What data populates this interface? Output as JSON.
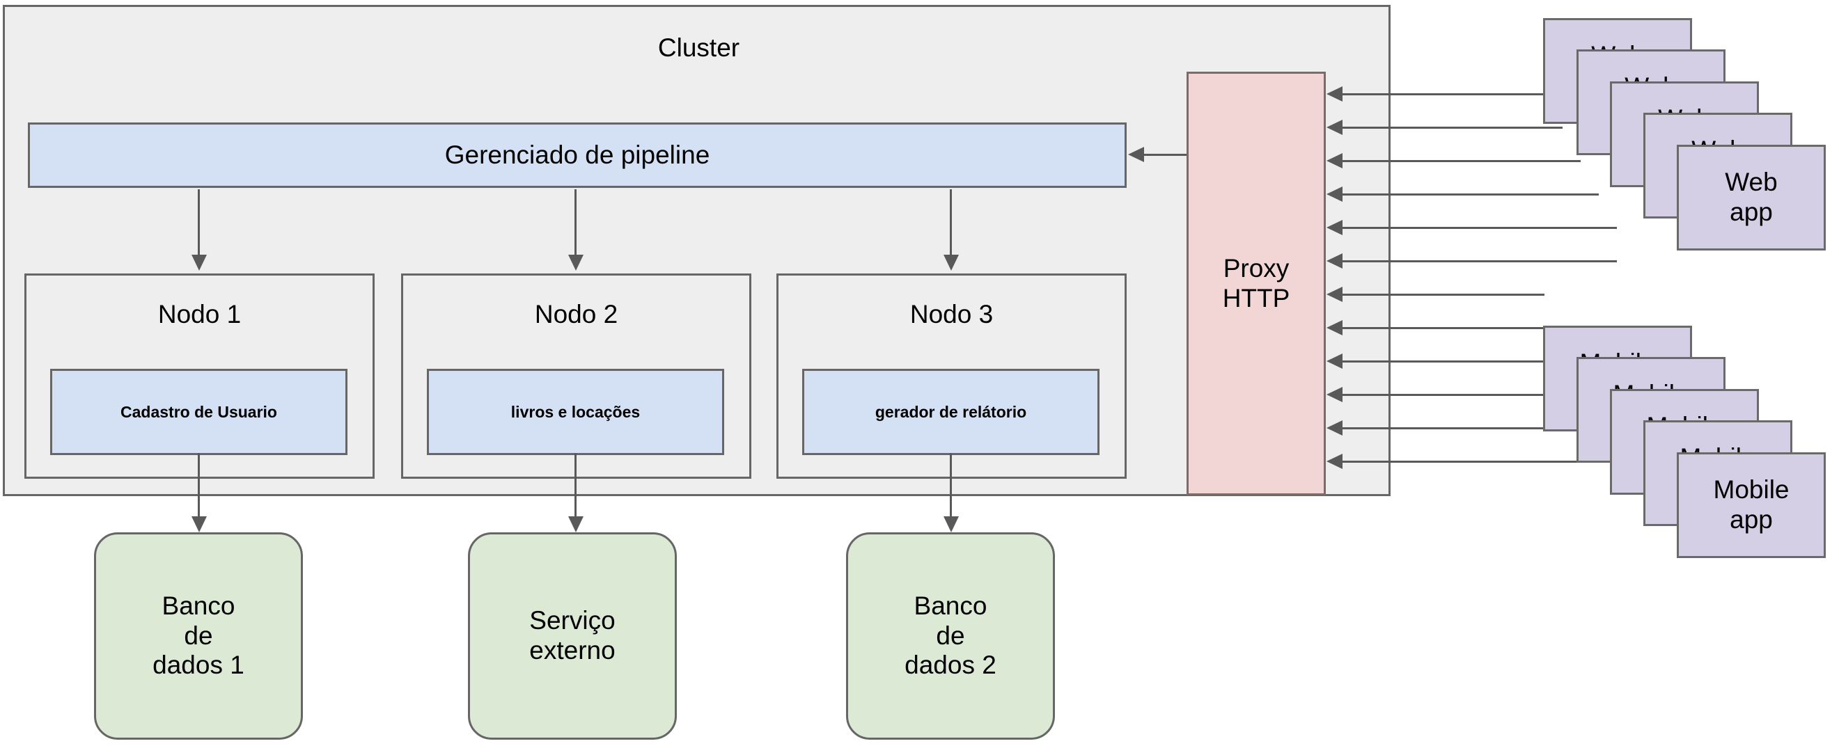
{
  "diagram": {
    "title": "Cluster",
    "pipeline": {
      "label": "Gerenciado de pipeline"
    },
    "proxy": {
      "line1": "Proxy",
      "line2": "HTTP"
    },
    "nodes": [
      {
        "title": "Nodo 1",
        "service": "Cadastro de Usuario"
      },
      {
        "title": "Nodo 2",
        "service": "livros e locações"
      },
      {
        "title": "Nodo 3",
        "service": "gerador de relátorio"
      }
    ],
    "stores": [
      {
        "line1": "Banco",
        "line2": "de",
        "line3": "dados 1"
      },
      {
        "line1": "Serviço",
        "line2": "externo",
        "line3": ""
      },
      {
        "line1": "Banco",
        "line2": "de",
        "line3": "dados 2"
      }
    ],
    "clients": [
      {
        "name": "web-app-stack",
        "line1": "Web",
        "line2": "app",
        "count": 5
      },
      {
        "name": "mobile-app-stack",
        "line1": "Mobile",
        "line2": "app",
        "count": 5
      }
    ],
    "colors": {
      "cluster_fill": "#eeeeee",
      "pipeline_fill": "#d4e1f5",
      "service_fill": "#d4e1f5",
      "proxy_fill": "#f2d6d6",
      "store_fill": "#dce9d5",
      "client_fill": "#d5cfe6",
      "stroke": "#666666",
      "connector": "#595959"
    },
    "connector_counts": {
      "proxy_inbound_arrows": 12,
      "pipeline_to_node_arrows": 3,
      "node_to_store_arrows": 3,
      "proxy_to_pipeline_arrows": 1
    }
  }
}
